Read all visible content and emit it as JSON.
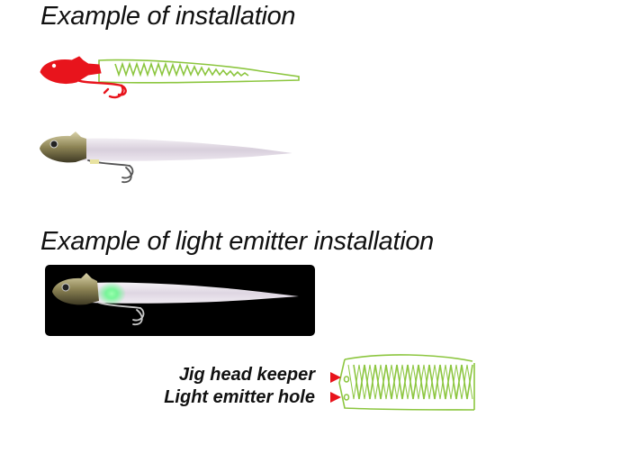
{
  "headings": {
    "installation": "Example of installation",
    "light_emitter": "Example of light emitter installation"
  },
  "callouts": {
    "jig_head_keeper": "Jig head keeper",
    "light_emitter_hole": "Light emitter hole"
  },
  "colors": {
    "jig_head": "#e8141c",
    "worm_outline": "#8cc63f",
    "arrow": "#e8141c",
    "photo_background": "#000000",
    "glow": "#4dff7a"
  },
  "icons": {
    "jig_head_diagram": "jig-head-icon",
    "hook": "hook-icon",
    "light_emitter_glow": "glow-icon"
  }
}
